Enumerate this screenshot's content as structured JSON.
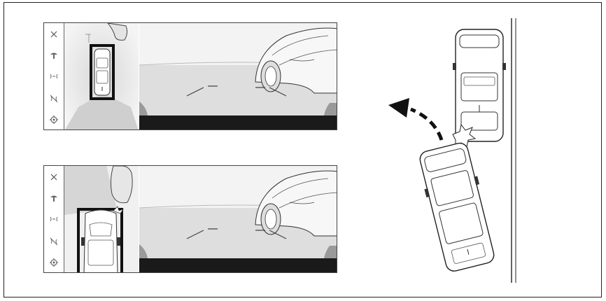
{
  "figure": {
    "screens": [
      {
        "id": "top",
        "sidebar_icons": [
          "close-icon",
          "camera-view-icon",
          "sensor-icon",
          "sensor-off-icon",
          "settings-gear-icon"
        ],
        "panels": [
          "overhead-view",
          "rear-camera-view"
        ]
      },
      {
        "id": "bottom",
        "sidebar_icons": [
          "close-icon",
          "camera-view-icon",
          "sensor-icon",
          "sensor-off-icon",
          "settings-gear-icon"
        ],
        "panels": [
          "overhead-view",
          "rear-camera-view"
        ]
      }
    ],
    "colors": {
      "outline": "#222222",
      "screen_bg": "#ececec",
      "bottom_bar": "#1a1a1a",
      "selected_box": "#111111",
      "arrow": "#111111"
    }
  }
}
